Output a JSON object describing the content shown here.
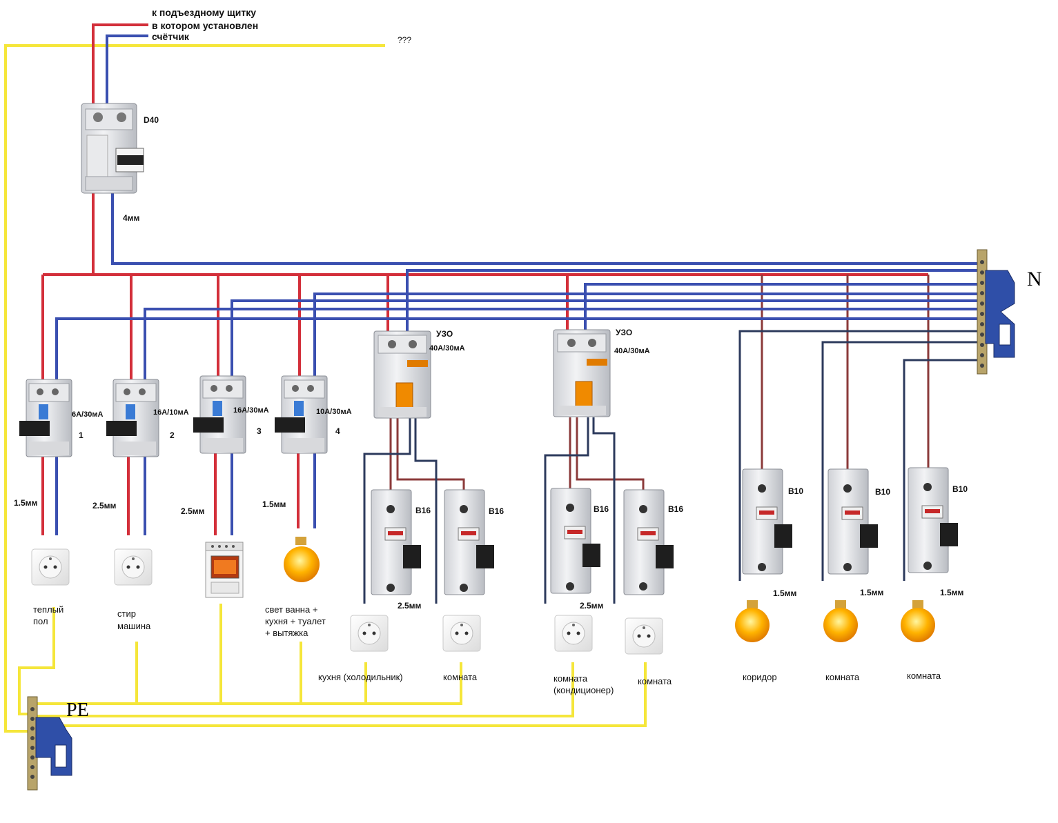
{
  "supply": {
    "line1": "к подъездному щитку",
    "line2": "в котором установлен",
    "line3": "счётчик",
    "unknown": "???"
  },
  "main_breaker": {
    "rating": "D40",
    "wire": "4мм"
  },
  "busbars": {
    "neutral": "N",
    "earth": "PE"
  },
  "diff_breakers": [
    {
      "rating": "6А/30мА",
      "number": "1",
      "wire": "1.5мм",
      "load": [
        "теплый",
        "пол"
      ]
    },
    {
      "rating": "16А/10мА",
      "number": "2",
      "wire": "2.5мм",
      "load": [
        "стир",
        "машина"
      ]
    },
    {
      "rating": "16А/30мА",
      "number": "3",
      "wire": "2.5мм",
      "load": []
    },
    {
      "rating": "10А/30мА",
      "number": "4",
      "wire": "1.5мм",
      "load": [
        "свет ванна +",
        "кухня + туалет",
        "+ вытяжка"
      ]
    }
  ],
  "rcds": [
    {
      "title": "УЗО",
      "rating": "40А/30мА",
      "wire": "2.5мм",
      "breakers": [
        {
          "rating": "B16",
          "load": [
            "кухня (холодильник)"
          ]
        },
        {
          "rating": "B16",
          "load": [
            "комната"
          ]
        }
      ]
    },
    {
      "title": "УЗО",
      "rating": "40А/30мА",
      "wire": "2.5мм",
      "breakers": [
        {
          "rating": "B16",
          "load": [
            "комната",
            "(кондиционер)"
          ]
        },
        {
          "rating": "B16",
          "load": [
            "комната"
          ]
        }
      ]
    }
  ],
  "lighting": [
    {
      "rating": "B10",
      "wire": "1.5мм",
      "load": "коридор"
    },
    {
      "rating": "B10",
      "wire": "1.5мм",
      "load": "комната"
    },
    {
      "rating": "B10",
      "wire": "1.5мм",
      "load": "комната"
    }
  ],
  "colors": {
    "phase": "#d32f3a",
    "neutral": "#3a4fb0",
    "earth": "#f5e63a",
    "phase_dark": "#8b3a3a",
    "neutral_dark": "#2c3a5c",
    "busbar": "#2f4fa8"
  }
}
